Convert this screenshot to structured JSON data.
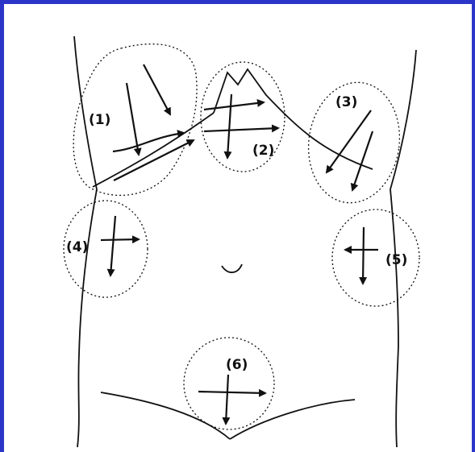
{
  "diagram": {
    "regions": [
      {
        "id": "1",
        "label": "(1)"
      },
      {
        "id": "2",
        "label": "(2)"
      },
      {
        "id": "3",
        "label": "(3)"
      },
      {
        "id": "4",
        "label": "(4)"
      },
      {
        "id": "5",
        "label": "(5)"
      },
      {
        "id": "6",
        "label": "(6)"
      }
    ]
  },
  "colors": {
    "frame": "#2b36c9",
    "ink": "#111111",
    "background": "#ffffff"
  }
}
